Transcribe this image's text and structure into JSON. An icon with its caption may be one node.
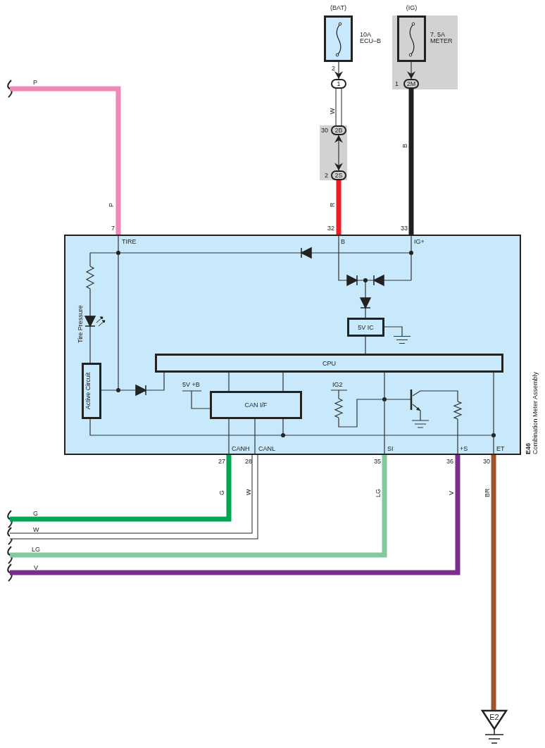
{
  "diagram": {
    "nodes": [
      {
        "text": [
          "(BAT)"
        ],
        "beside": [
          "10A ECU–B"
        ]
      },
      {
        "text": [
          "(IG)"
        ],
        "beside": [
          "7. 5A METER"
        ]
      },
      {
        "text": [
          "1"
        ]
      },
      {
        "text": [
          "2M"
        ],
        "beside": [
          "1"
        ]
      },
      {
        "text": [
          "2B"
        ],
        "beside": [
          "30"
        ]
      },
      {
        "text": [
          "2S"
        ],
        "beside": [
          "2"
        ]
      },
      {
        "text": [
          "E46",
          "Combination Meter Assembly"
        ]
      },
      {
        "text": [
          "CPU"
        ],
        "in": 6
      },
      {
        "text": [
          "5V IC"
        ],
        "in": 6
      },
      {
        "text": [
          "CAN I/F"
        ],
        "in": 6
      },
      {
        "text": [
          "Active Circuit"
        ],
        "in": 6
      },
      {
        "text": [
          "E2"
        ]
      },
      {
        "text": [],
        "shape": "ground",
        "in": 6
      }
    ],
    "edges": [
      {
        "from": 0,
        "to": 2,
        "arrow": "to"
      },
      {
        "from": 2,
        "to": 4,
        "arrow": "none",
        "label": "W",
        "style": "thick",
        "color": "#ffffff"
      },
      {
        "from": 4,
        "to": 5,
        "arrow": "both"
      },
      {
        "from": 5,
        "to": 6,
        "arrow": "none",
        "label": "R",
        "style": "thick",
        "color": "#ee1c25"
      },
      {
        "from": 1,
        "to": 3,
        "arrow": "to"
      },
      {
        "from": 3,
        "to": 6,
        "arrow": "none",
        "label": "B",
        "style": "thick",
        "color": "#231f20"
      },
      {
        "from": null,
        "to": 6,
        "arrow": "none",
        "label": "P",
        "style": "thick",
        "color": "#f088b6"
      },
      {
        "from": 6,
        "to": null,
        "arrow": "none",
        "label": "G",
        "style": "thick",
        "color": "#00a651"
      },
      {
        "from": 6,
        "to": null,
        "arrow": "none",
        "label": "W",
        "style": "thick",
        "color": "#ffffff"
      },
      {
        "from": 6,
        "to": null,
        "arrow": "none",
        "label": "LG",
        "style": "thick",
        "color": "#82ca9c"
      },
      {
        "from": 6,
        "to": null,
        "arrow": "none",
        "label": "V",
        "style": "thick",
        "color": "#7b2d8e"
      },
      {
        "from": 6,
        "to": 11,
        "arrow": "none",
        "label": "BR",
        "style": "thick",
        "color": "#a0522d"
      },
      {
        "from": 8,
        "to": 7,
        "arrow": "none"
      },
      {
        "from": 7,
        "to": 9,
        "arrow": "none"
      },
      {
        "from": 7,
        "to": 9,
        "arrow": "none"
      },
      {
        "from": 10,
        "to": 7,
        "arrow": "none"
      },
      {
        "from": 9,
        "to": 10,
        "arrow": "none"
      },
      {
        "from": 9,
        "to": 6,
        "arrow": "none"
      },
      {
        "from": 9,
        "to": 6,
        "arrow": "none"
      },
      {
        "from": 7,
        "to": 6,
        "arrow": "none"
      },
      {
        "from": 7,
        "to": 6,
        "arrow": "none"
      },
      {
        "from": 8,
        "to": 12,
        "arrow": "none"
      }
    ],
    "labels": [
      "2",
      "P",
      "7",
      "32",
      "33",
      "TIRE",
      "B",
      "IG+",
      "Tire Pressure",
      "5V +B",
      "IG2",
      "CANH",
      "CANL",
      "SI",
      "+S",
      "ET",
      "27",
      "28",
      "35",
      "36",
      "30",
      "G",
      "W",
      "LG",
      "V"
    ]
  }
}
